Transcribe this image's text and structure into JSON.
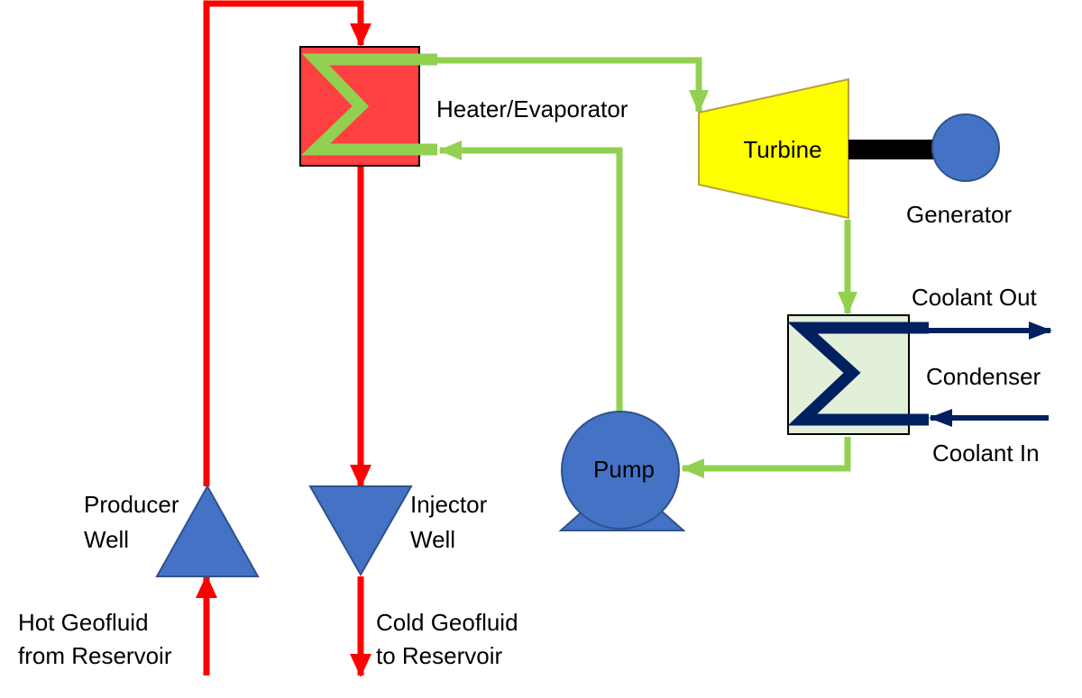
{
  "labels": {
    "heater": "Heater/Evaporator",
    "turbine": "Turbine",
    "generator": "Generator",
    "coolant_out": "Coolant Out",
    "condenser": "Condenser",
    "coolant_in": "Coolant In",
    "pump": "Pump",
    "producer_line1": "Producer",
    "producer_line2": "Well",
    "injector_line1": "Injector",
    "injector_line2": "Well",
    "hot_line1": "Hot Geofluid",
    "hot_line2": "from Reservoir",
    "cold_line1": "Cold Geofluid",
    "cold_line2": "to Reservoir"
  },
  "colors": {
    "geofluid": "#ff0000",
    "working_fluid": "#92d050",
    "coolant": "#002060",
    "equipment": "#4472c4",
    "heater_fill": "#ff4040",
    "condenser_fill": "#e2f0d9",
    "turbine_fill": "#ffff00",
    "shaft": "#000000"
  }
}
